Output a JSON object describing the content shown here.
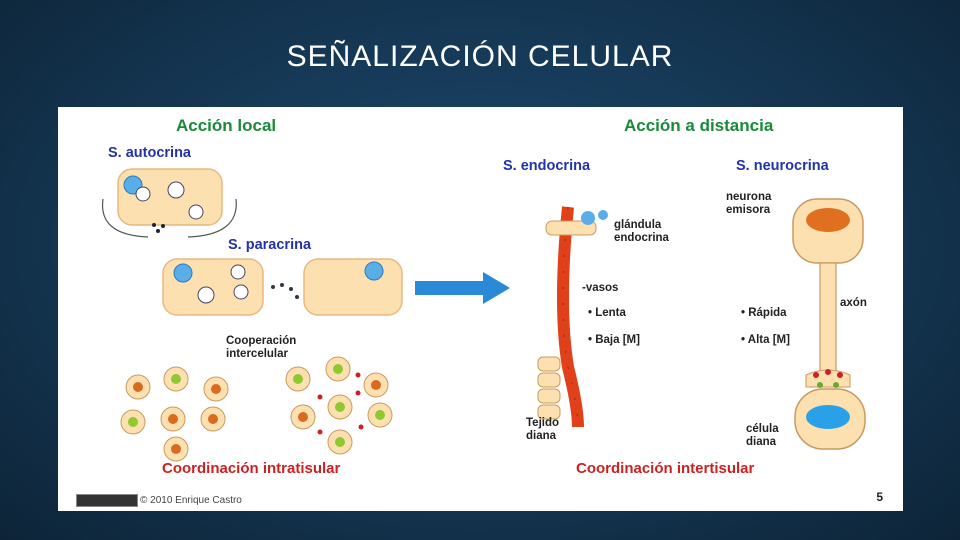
{
  "slide": {
    "title": "SEÑALIZACIÓN CELULAR"
  },
  "figure": {
    "accion_local": "Acción local",
    "accion_distancia": "Acción a distancia",
    "s_autocrina": "S. autocrina",
    "s_paracrina": "S. paracrina",
    "cooperacion": "Cooperación\nintercelular",
    "s_endocrina": "S. endocrina",
    "glandula": "glándula\nendocrina",
    "vasos": "-vasos",
    "lenta": "• Lenta",
    "baja": "• Baja [M]",
    "tejido": "Tejido\ndiana",
    "s_neurocrina": "S. neurocrina",
    "neurona": "neurona\nemisora",
    "axon": "axón",
    "rapida": "• Rápida",
    "alta": "• Alta [M]",
    "celula": "célula\ndiana",
    "coord_intra": "Coordinación intratisular",
    "coord_inter": "Coordinación intertisular",
    "credit": "© 2010 Enrique Castro",
    "page_number": "5"
  },
  "colors": {
    "background": "#163a58",
    "header_green": "#1a8a3a",
    "label_blue": "#2233aa",
    "coord_red": "#cc2222",
    "cell_fill": "#fde0b0",
    "vessel_red": "#e0401a",
    "arrow_blue": "#2a8ad8"
  }
}
